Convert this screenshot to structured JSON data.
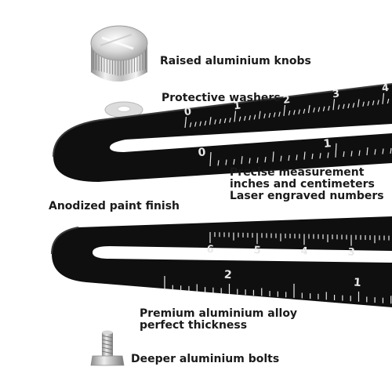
{
  "labels": {
    "knobs": "Raised aluminium knobs",
    "washers": "Protective washers",
    "measurement": [
      "Precise measurement",
      "inches and centimeters",
      "Laser engraved numbers"
    ],
    "anodized": "Anodized paint finish",
    "alloy": [
      "Premium aluminium alloy",
      "perfect thickness"
    ],
    "bolts": "Deeper aluminium bolts"
  },
  "ruler_top": {
    "upper_scale_numbers": [
      "0",
      "1",
      "2",
      "3",
      "4"
    ],
    "lower_scale_numbers": [
      "0",
      "1"
    ]
  },
  "ruler_bottom": {
    "upper_scale_numbers": [
      "6",
      "5",
      "4",
      "3"
    ],
    "lower_scale_numbers": [
      "2",
      "1"
    ]
  },
  "colors": {
    "ruler_body": "#0f0f0f",
    "ruler_edge": "#2c2c2c",
    "engraving": "#e8e8e8",
    "text": "#1a1a1a",
    "metal_light": "#e6e6e6",
    "metal_dark": "#9a9a9a"
  }
}
